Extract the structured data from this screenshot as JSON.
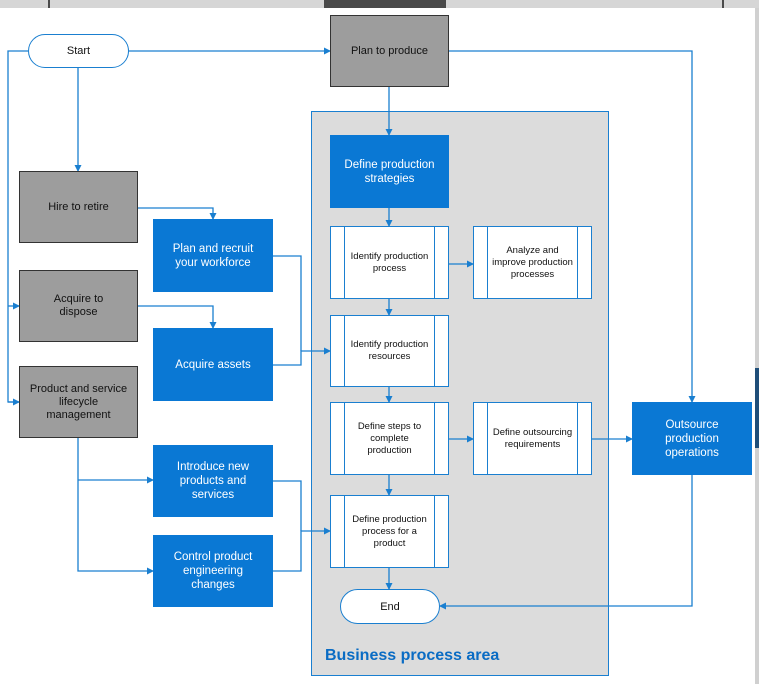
{
  "nodes": {
    "start": "Start",
    "plan_to_produce": "Plan to produce",
    "hire_to_retire": "Hire to retire",
    "acquire_to_dispose": "Acquire to dispose",
    "product_service_lifecycle": "Product and service lifecycle management",
    "plan_recruit_workforce": "Plan and recruit your workforce",
    "acquire_assets": "Acquire assets",
    "introduce_new_products": "Introduce new products and services",
    "control_product_engineering": "Control product engineering changes",
    "define_production_strategies": "Define production strategies",
    "identify_production_process": "Identify production process",
    "analyze_improve_processes": "Analyze and improve production processes",
    "identify_production_resources": "Identify production resources",
    "define_steps_complete": "Define steps to complete production",
    "define_outsourcing_requirements": "Define outsourcing requirements",
    "define_process_for_product": "Define production process for a product",
    "outsource_production_operations": "Outsource production operations",
    "end": "End"
  },
  "area_label": "Business process area",
  "colors": {
    "accent_blue": "#0a78d4",
    "connector": "#1a7fd0",
    "gray_box": "#9d9d9d",
    "area_fill": "#dcdcdc"
  }
}
